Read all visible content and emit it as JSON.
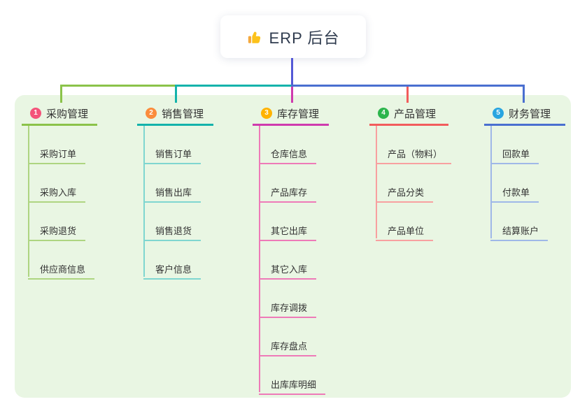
{
  "root": {
    "label": "ERP 后台",
    "icon": "thumbs-up"
  },
  "connector": {
    "stub_color": "#5459d6"
  },
  "panel_color": "#e9f6e3",
  "text_color": "#333333",
  "branches": [
    {
      "index": "1",
      "label": "采购管理",
      "badge_color": "#f4537a",
      "line_color": "#8bc34a",
      "child_line_color": "#aed581",
      "children": [
        "采购订单",
        "采购入库",
        "采购退货",
        "供应商信息"
      ]
    },
    {
      "index": "2",
      "label": "销售管理",
      "badge_color": "#fb8c3c",
      "line_color": "#14b3ab",
      "child_line_color": "#7fd6d0",
      "children": [
        "销售订单",
        "销售出库",
        "销售退货",
        "客户信息"
      ]
    },
    {
      "index": "3",
      "label": "库存管理",
      "badge_color": "#ffb300",
      "line_color": "#cf3bae",
      "child_line_color": "#ee7ab8",
      "children": [
        "仓库信息",
        "产品库存",
        "其它出库",
        "其它入库",
        "库存调拨",
        "库存盘点",
        "出库库明细"
      ]
    },
    {
      "index": "4",
      "label": "产品管理",
      "badge_color": "#2db54d",
      "line_color": "#f25c5c",
      "child_line_color": "#f8a0a0",
      "children": [
        "产品（物料）",
        "产品分类",
        "产品单位"
      ]
    },
    {
      "index": "5",
      "label": "财务管理",
      "badge_color": "#29a5e0",
      "line_color": "#4a6fd0",
      "child_line_color": "#9fb8e8",
      "children": [
        "回款单",
        "付款单",
        "结算账户"
      ]
    }
  ]
}
